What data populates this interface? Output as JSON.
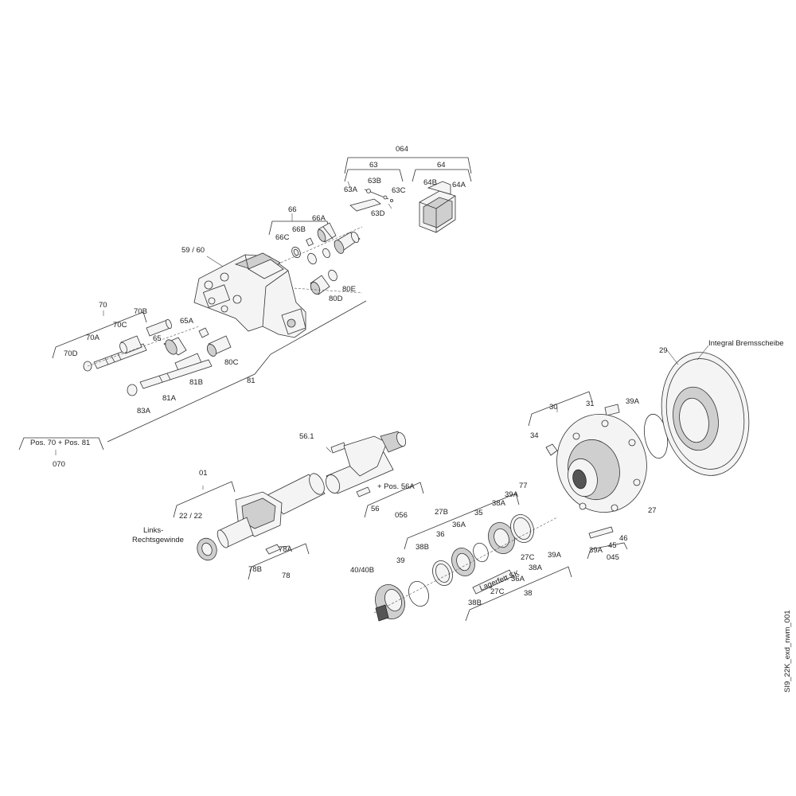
{
  "drawing_id": "SI9_22K_exd_nwm_001",
  "labels": {
    "l064": "064",
    "l63": "63",
    "l64": "64",
    "l63B": "63B",
    "l63A": "63A",
    "l63C": "63C",
    "l63D": "63D",
    "l64B": "64B",
    "l64A": "64A",
    "l66": "66",
    "l66A": "66A",
    "l66B": "66B",
    "l66C": "66C",
    "l5960": "59 / 60",
    "l80E": "80E",
    "l80D": "80D",
    "l80C": "80C",
    "l70": "70",
    "l70B": "70B",
    "l70C": "70C",
    "l70A": "70A",
    "l70D": "70D",
    "l65A": "65A",
    "l65": "65",
    "l81": "81",
    "l81A": "81A",
    "l81B": "81B",
    "l83A": "83A",
    "lPos": "Pos. 70 + Pos. 81",
    "l070": "070",
    "l561": "56.1",
    "lPos56A": "+ Pos. 56A",
    "l56": "56",
    "l056": "056",
    "l01": "01",
    "l2222": "22 / 22",
    "lLinks": "Links-",
    "lRechts": "Rechtsgewinde",
    "l78A": "78A",
    "l78B": "78B",
    "l78": "78",
    "l4040B": "40/40B",
    "l39": "39",
    "l38B": "38B",
    "l36": "36",
    "l27B": "27B",
    "l36A": "36A",
    "l35": "35",
    "l38A": "38A",
    "l39A": "39A",
    "l77": "77",
    "l27C": "27C",
    "l39A_b": "39A",
    "l38A_b": "38A",
    "l36A_b": "36A",
    "l27C_b": "27C",
    "l38B_b": "38B",
    "l38": "38",
    "lLagerfett": "Lagerfett SK",
    "l30": "30",
    "l31": "31",
    "l34": "34",
    "l27": "27",
    "l39A_c": "39A",
    "l45": "45",
    "l46": "46",
    "l39A_d": "39A",
    "l045": "045",
    "l29": "29",
    "lIntegral": "Integral Bremsscheibe"
  }
}
